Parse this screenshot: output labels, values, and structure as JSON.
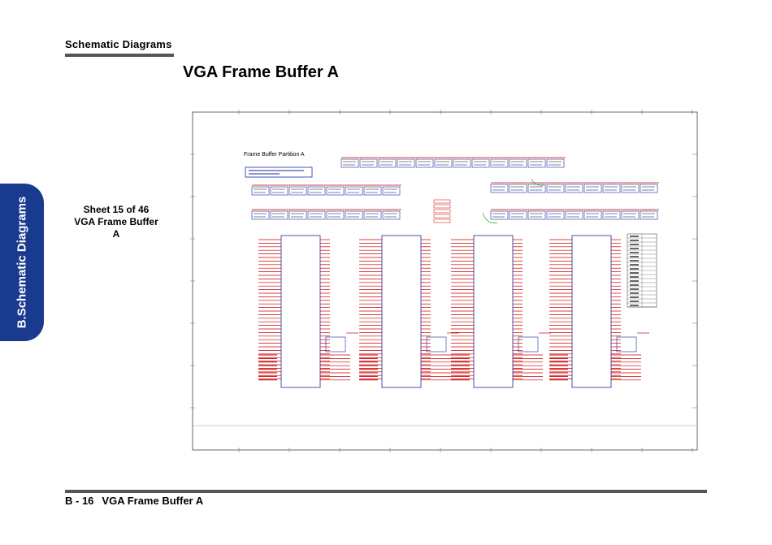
{
  "header": {
    "section": "Schematic  Diagrams"
  },
  "page": {
    "title": "VGA Frame Buffer A"
  },
  "side_tab": {
    "label": "B.Schematic Diagrams"
  },
  "sheet_info": {
    "line1": "Sheet 15 of 46",
    "line2": "VGA Frame Buffer",
    "line3": "A"
  },
  "schematic": {
    "block_title": "Frame Buffer Partition A"
  },
  "footer": {
    "page_number": "B - 16",
    "title": "VGA Frame Buffer A"
  }
}
